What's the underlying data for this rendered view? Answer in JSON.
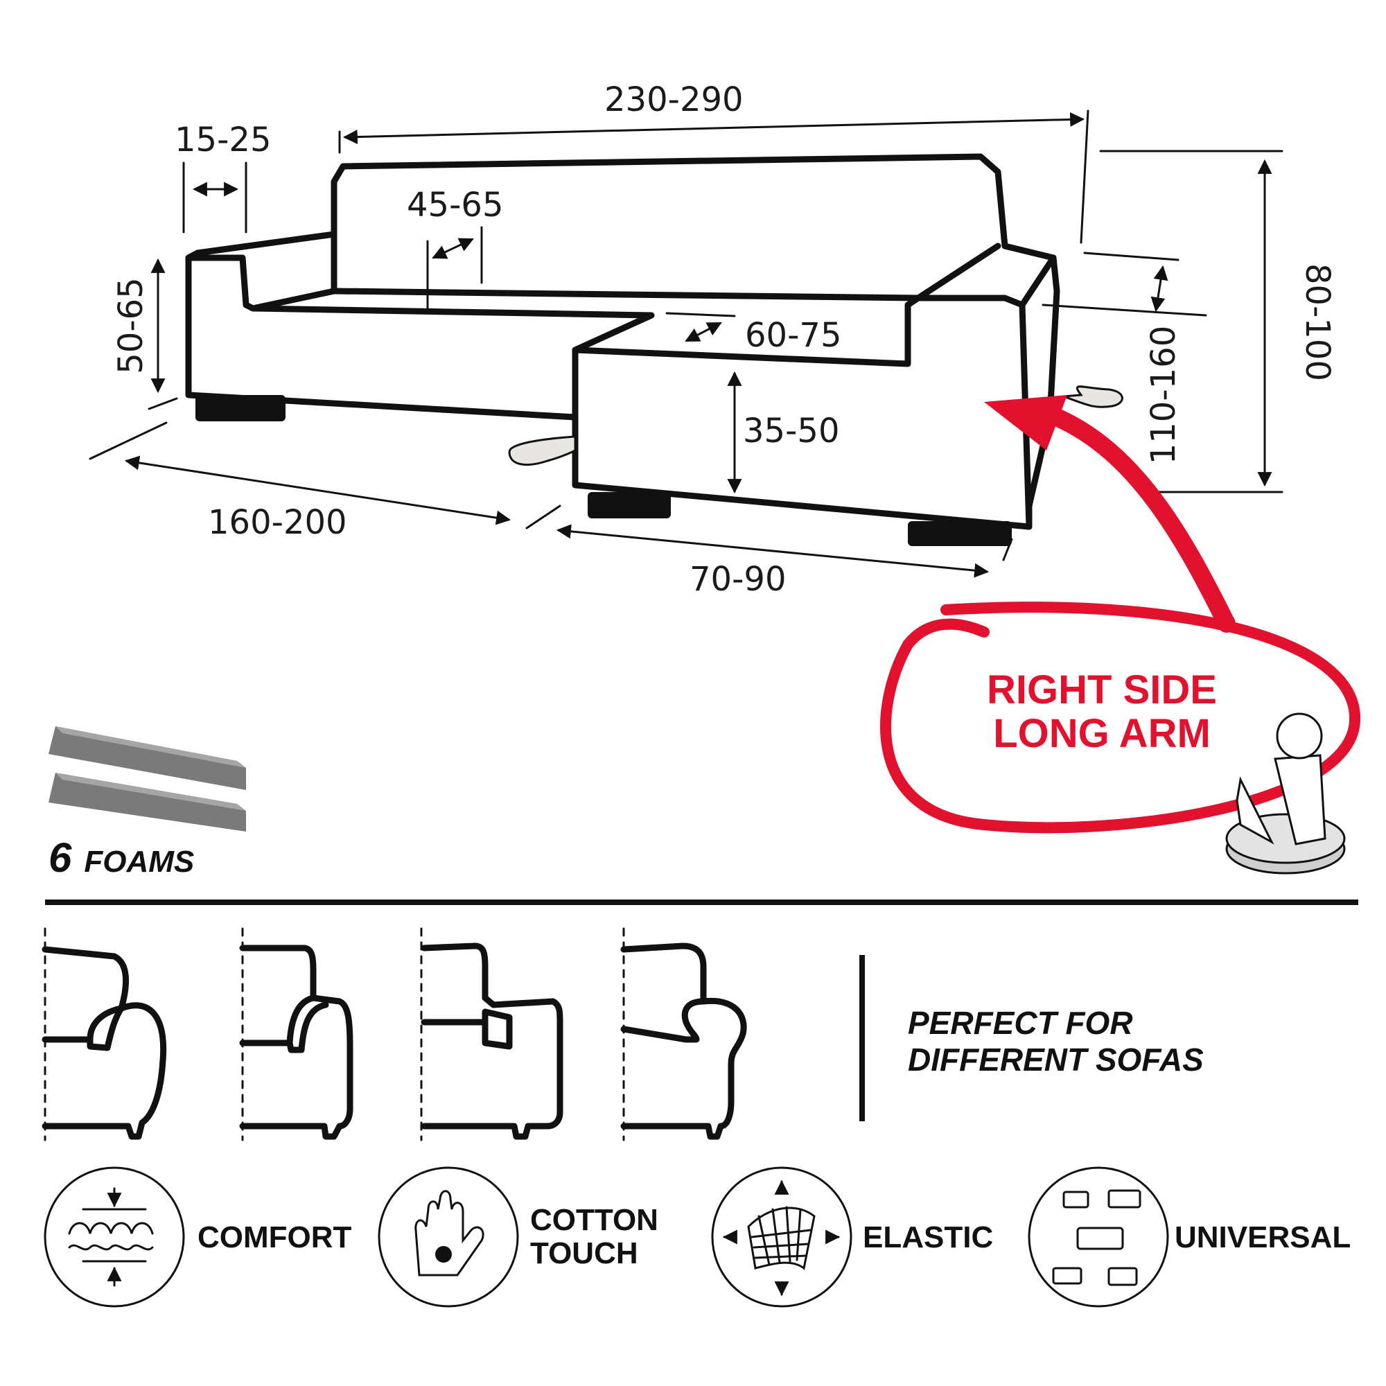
{
  "dimensions": {
    "total_width": "230-290",
    "arm_width": "15-25",
    "seat_depth": "45-65",
    "arm_height": "50-65",
    "chaise_depth": "60-75",
    "seat_height": "35-50",
    "left_length": "160-200",
    "chaise_width": "70-90",
    "chaise_length": "110-160",
    "back_height": "80-100"
  },
  "callout": {
    "line1": "RIGHT SIDE",
    "line2": "LONG ARM",
    "color": "#e2112d"
  },
  "foams": {
    "count": "6",
    "label": "FOAMS"
  },
  "sofa_types": {
    "heading_line1": "PERFECT FOR",
    "heading_line2": "DIFFERENT SOFAS"
  },
  "features": [
    {
      "label": "COMFORT",
      "icon": "comfort-icon"
    },
    {
      "label_line1": "COTTON",
      "label_line2": "TOUCH",
      "icon": "cotton-hand-icon"
    },
    {
      "label": "ELASTIC",
      "icon": "elastic-icon"
    },
    {
      "label": "UNIVERSAL",
      "icon": "universal-icon"
    }
  ]
}
